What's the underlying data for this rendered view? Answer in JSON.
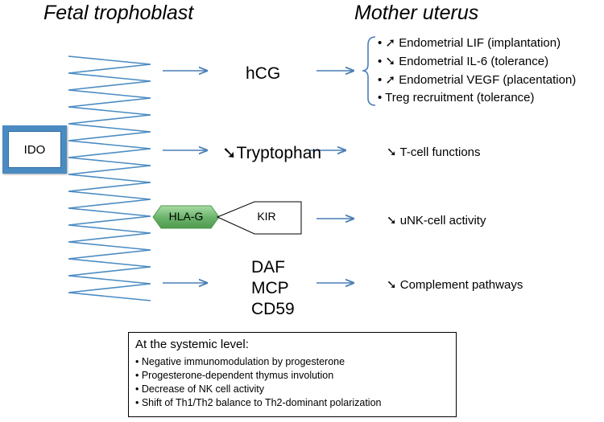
{
  "headings": {
    "left": "Fetal trophoblast",
    "right": "Mother uterus"
  },
  "hcg": {
    "label": "hCG",
    "effects": [
      {
        "bullet": "•",
        "arrow": "➚",
        "text": "Endometrial LIF (implantation)"
      },
      {
        "bullet": "•",
        "arrow": "➘",
        "text": "Endometrial IL-6 (tolerance)"
      },
      {
        "bullet": "•",
        "arrow": "➚",
        "text": "Endometrial VEGF (placentation)"
      },
      {
        "bullet": "•",
        "arrow": "",
        "text": "Treg recruitment (tolerance)"
      }
    ]
  },
  "ido": {
    "label": "IDO",
    "mediator_arrow": "➘",
    "mediator": "Tryptophan",
    "effect_arrow": "➘",
    "effect": "T-cell functions"
  },
  "hla": {
    "label": "HLA-G",
    "receptor": "KIR",
    "effect_arrow": "➘",
    "effect": "uNK-cell activity"
  },
  "complement": {
    "regulators": [
      "DAF",
      "MCP",
      "CD59"
    ],
    "effect_arrow": "➘",
    "effect": "Complement pathways"
  },
  "systemic": {
    "title": "At the systemic level:",
    "items": [
      "• Negative immunomodulation by progesterone",
      "• Progesterone-dependent thymus involution",
      "• Decrease of NK cell activity",
      "• Shift of Th1/Th2 balance to Th2-dominant polarization"
    ]
  },
  "colors": {
    "arrow": "#4a7fb5",
    "zigzag": "#4a8bc2",
    "hla_fill": "#6db56d",
    "ido_frame": "#4a8bc2"
  }
}
